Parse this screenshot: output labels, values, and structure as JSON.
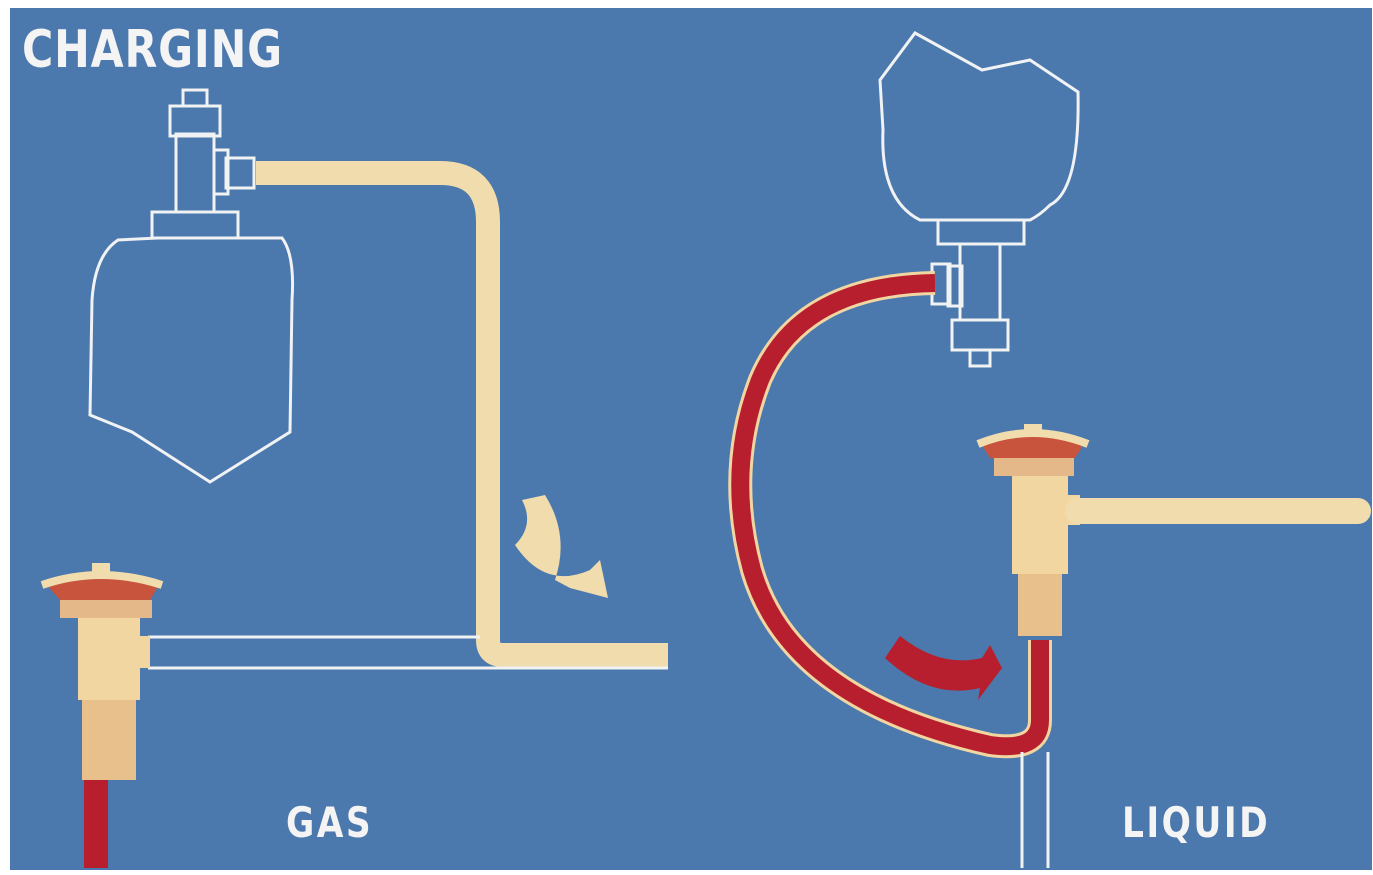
{
  "title": "CHARGING",
  "panels": {
    "gas": {
      "label": "GAS"
    },
    "liquid": {
      "label": "LIQUID"
    }
  },
  "colors": {
    "background": "#4b78ad",
    "outline": "#f0f2f4",
    "vapor_line": "#f1dcae",
    "liquid_line": "#b81f2e",
    "text": "#f4f4f4"
  }
}
